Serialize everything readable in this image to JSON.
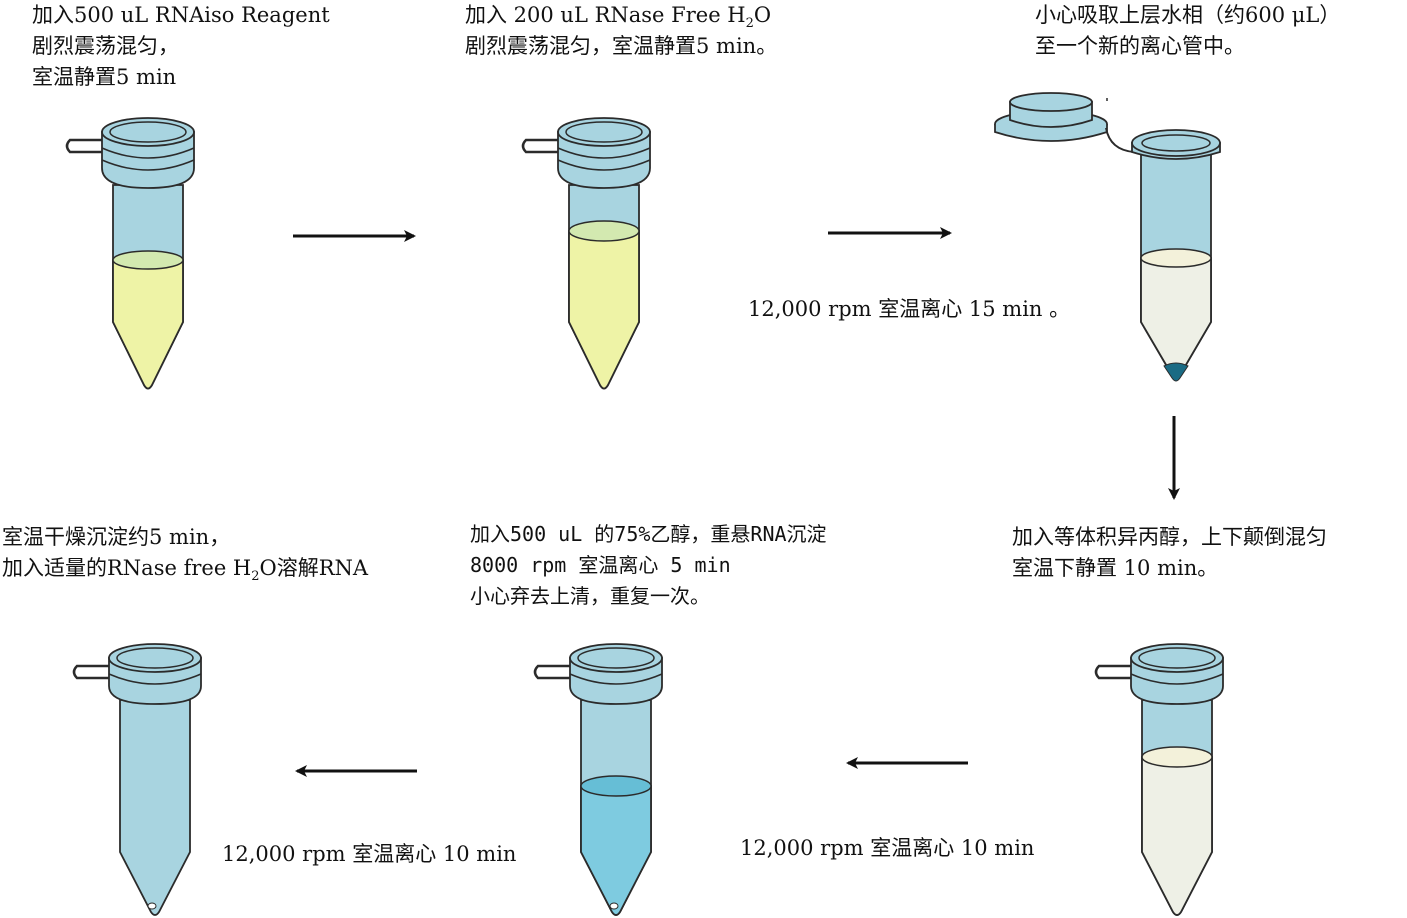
{
  "steps": {
    "s1": {
      "line1": "加入500 uL RNAiso Reagent",
      "line2": "剧烈震荡混匀，",
      "line3": "室温静置5 min"
    },
    "s2": {
      "line1_pre": "加入 200 uL RNase Free H",
      "line1_sub": "2",
      "line1_post": "O",
      "line2": "剧烈震荡混匀，室温静置5 min。"
    },
    "s3": {
      "line1": "小心吸取上层水相（约600 μL）",
      "line2": "至一个新的离心管中。"
    },
    "s4": {
      "line1": "加入等体积异丙醇，上下颠倒混匀",
      "line2": "室温下静置 10 min。"
    },
    "s5": {
      "line1": "加入500 uL 的75%乙醇，重悬RNA沉淀",
      "line2": "8000 rpm 室温离心 5 min",
      "line3": "小心弃去上清，重复一次。"
    },
    "s6": {
      "line1": "室温干燥沉淀约5 min，",
      "line2_pre": "加入适量的RNase free H",
      "line2_sub": "2",
      "line2_post": "O溶解RNA"
    }
  },
  "arrow_labels": {
    "centrifuge1": "12,000 rpm 室温离心 15 min 。",
    "centrifuge2": "12,000 rpm 室温离心 10 min",
    "centrifuge3": "12,000 rpm 室温离心 10 min"
  },
  "colors": {
    "tube_body": "#a8d4e0",
    "tube_outline": "#2b2b2b",
    "liquid_yellow": "#eef3a6",
    "liquid_yellow_top": "#d3e9b0",
    "liquid_white": "#eef0e6",
    "liquid_white_top": "#f3f1da",
    "liquid_blue": "#7ecbe0",
    "liquid_blue_top": "#66bed6",
    "pellet": "#1a6b84",
    "arrow": "#111111"
  }
}
